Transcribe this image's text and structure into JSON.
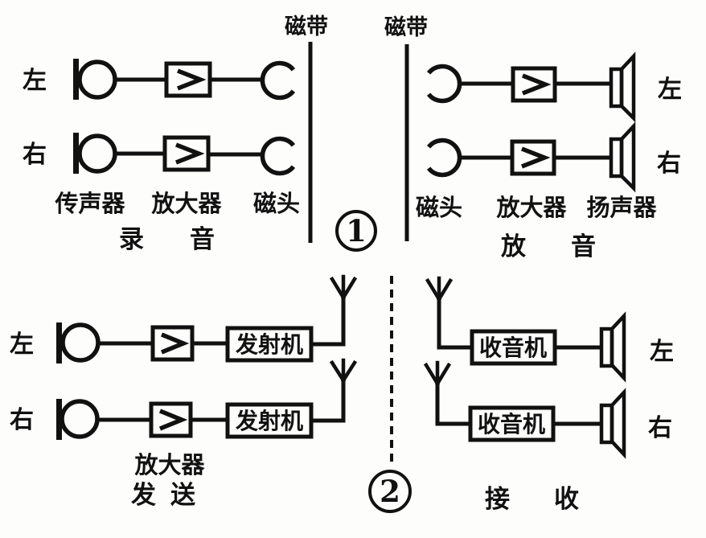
{
  "colors": {
    "ink": "#111111",
    "background": "#fdfdfc"
  },
  "tape": {
    "label_left": "磁带",
    "label_right": "磁带"
  },
  "markers": {
    "figure1": "1",
    "figure2": "2"
  },
  "recording": {
    "channel_left": "左",
    "channel_right": "右",
    "label_microphone": "传声器",
    "label_amplifier": "放大器",
    "label_head": "磁头",
    "title": "录音"
  },
  "playback": {
    "channel_left": "左",
    "channel_right": "右",
    "label_head": "磁头",
    "label_amplifier": "放大器",
    "label_speaker": "扬声器",
    "title": "放音"
  },
  "transmit": {
    "channel_left": "左",
    "channel_right": "右",
    "transmitter_box": "发射机",
    "label_amplifier": "放大器",
    "title": "发送"
  },
  "receive": {
    "receiver_box": "收音机",
    "channel_left": "左",
    "channel_right": "右",
    "title": "接收"
  }
}
